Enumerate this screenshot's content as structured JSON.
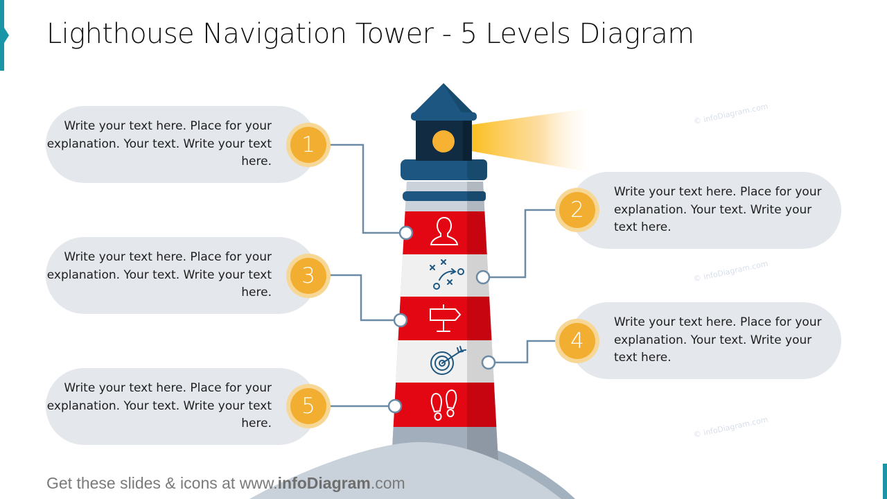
{
  "slide": {
    "title": "Lighthouse Navigation Tower - 5 Levels Diagram",
    "footer": {
      "prefix": "Get these slides & icons at www.",
      "brand": "infoDiagram",
      "suffix": ".com"
    },
    "watermark": "© infoDiagram.com",
    "colors": {
      "accent": "#1a95a8",
      "badge": "#f2ae30",
      "badge_ring": "#f7d796",
      "pill": "#e4e7ec",
      "connector": "#6a8aa5",
      "tower_red": "#e30613",
      "tower_red_shade": "#c10612",
      "tower_white": "#f0f0f0",
      "roof": "#1d5680",
      "lantern": "#0f2a40",
      "light": "#f7b233"
    }
  },
  "levels": [
    {
      "number": "1",
      "side": "left",
      "text": "Write your text here. Place for your explanation. Your text. Write your text here.",
      "icon": "person-icon"
    },
    {
      "number": "2",
      "side": "right",
      "text": "Write your text here. Place for your explanation. Your text. Write your text here.",
      "icon": "strategy-plan-icon"
    },
    {
      "number": "3",
      "side": "left",
      "text": "Write your text here. Place for your explanation. Your text. Write your text here.",
      "icon": "signpost-icon"
    },
    {
      "number": "4",
      "side": "right",
      "text": "Write your text here. Place for your explanation. Your text. Write your text here.",
      "icon": "target-arrow-icon"
    },
    {
      "number": "5",
      "side": "left",
      "text": "Write your text here. Place for your explanation. Your text. Write your text here.",
      "icon": "footsteps-icon"
    }
  ]
}
